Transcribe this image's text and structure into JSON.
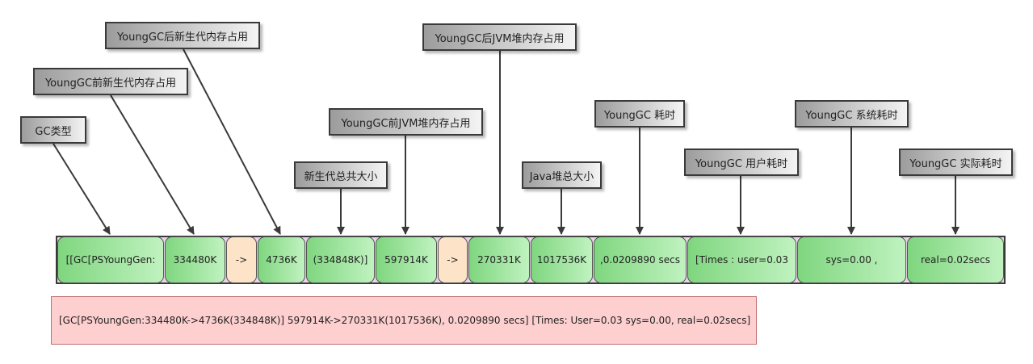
{
  "labels": {
    "gc_type": "GC类型",
    "young_before": "YoungGC前新生代内存占用",
    "young_after": "YoungGC后新生代内存占用",
    "young_total": "新生代总共大小",
    "heap_before": "YoungGC前JVM堆内存占用",
    "heap_after": "YoungGC后JVM堆内存占用",
    "heap_total": "Java堆总大小",
    "gc_time": "YoungGC 耗时",
    "user_time": "YoungGC 用户耗时",
    "sys_time": "YoungGC 系统耗时",
    "real_time": "YoungGC 实际耗时"
  },
  "segments": {
    "gc": "[[GC[PSYoungGen:",
    "young_before": "334480K",
    "arrow1": "->",
    "young_after": "4736K",
    "young_total": "(334848K)]",
    "heap_before": "597914K",
    "arrow2": "->",
    "heap_after": "270331K",
    "heap_total": "1017536K",
    "secs": ",0.0209890 secs",
    "user": "[Times : user=0.03",
    "sys": "sys=0.00 ,",
    "real": "real=0.02secs"
  },
  "summary": "[GC[PSYoungGen:334480K->4736K(334848K)] 597914K->270331K(1017536K), 0.0209890 secs] [Times: User=0.03 sys=0.00, real=0.02secs]"
}
